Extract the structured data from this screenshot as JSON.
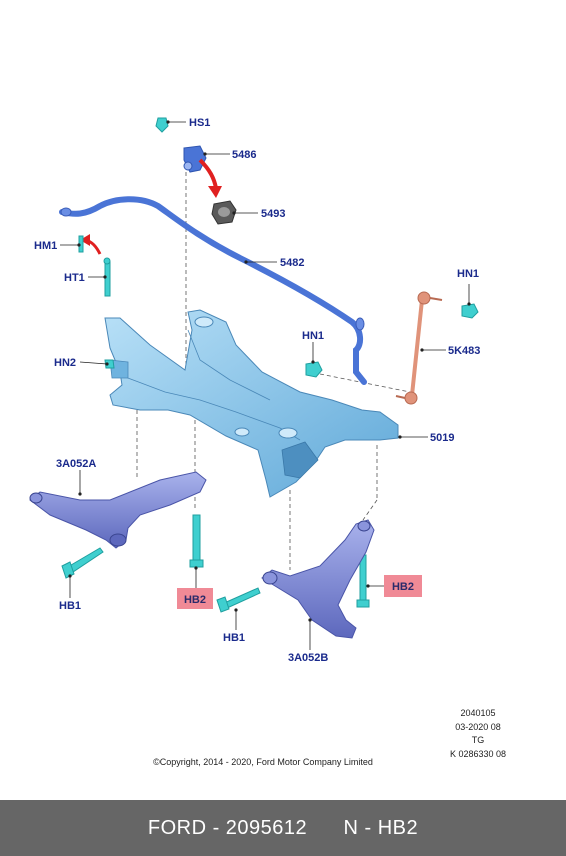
{
  "labels": {
    "hs1": "HS1",
    "p5486": "5486",
    "p5493": "5493",
    "hm1": "HM1",
    "ht1": "HT1",
    "p5482": "5482",
    "hn1_top": "HN1",
    "hn1_mid": "HN1",
    "p5k483": "5K483",
    "hn2": "HN2",
    "p5019": "5019",
    "p3a052a": "3A052A",
    "hb2_left": "HB2",
    "hb2_right": "HB2",
    "hb1_left": "HB1",
    "hb1_right": "HB1",
    "p3a052b": "3A052B"
  },
  "meta": {
    "ref_1": "2040105",
    "ref_2": "03-2020 08",
    "ref_3": "TG",
    "ref_4": "K 0286330 08",
    "copyright": "©Copyright, 2014 - 2020, Ford Motor Company Limited"
  },
  "footer": {
    "text": "FORD - 2095612      N - HB2"
  },
  "colors": {
    "subframe": "#8fc6ea",
    "stabilizer_bar": "#4a74d6",
    "control_arm": "#7a86d4",
    "bolt": "#3fcfcf",
    "link": "#e0937a",
    "arrow": "#e02020",
    "highlight": "#f08a96",
    "label_text": "#1a2a8c",
    "footer_bg": "#666666"
  }
}
